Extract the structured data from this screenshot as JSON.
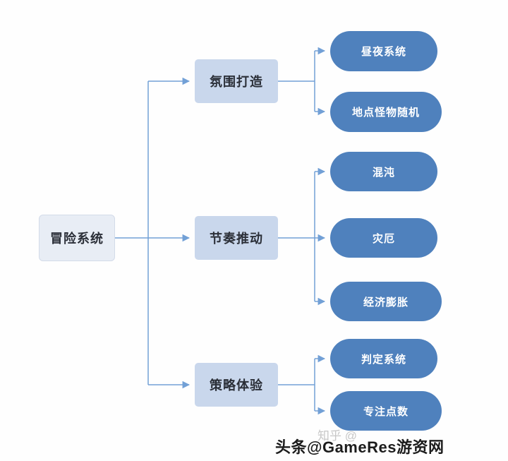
{
  "diagram": {
    "root": {
      "label": "冒险系统"
    },
    "branches": [
      {
        "label": "氛围打造",
        "children": [
          {
            "label": "昼夜系统"
          },
          {
            "label": "地点怪物随机"
          }
        ]
      },
      {
        "label": "节奏推动",
        "children": [
          {
            "label": "混沌"
          },
          {
            "label": "灾厄"
          },
          {
            "label": "经济膨胀"
          }
        ]
      },
      {
        "label": "策略体验",
        "children": [
          {
            "label": "判定系统"
          },
          {
            "label": "专注点数"
          }
        ]
      }
    ]
  },
  "watermarks": {
    "faint": "知乎 @",
    "main": "头条@GameRes游资网"
  },
  "colors": {
    "root_fill": "#e8edf5",
    "root_border": "#d3dbe9",
    "branch_fill": "#c9d7ec",
    "leaf_fill": "#4f81bd",
    "line_color": "#72a0d6",
    "text_dark": "#2b2f38"
  }
}
